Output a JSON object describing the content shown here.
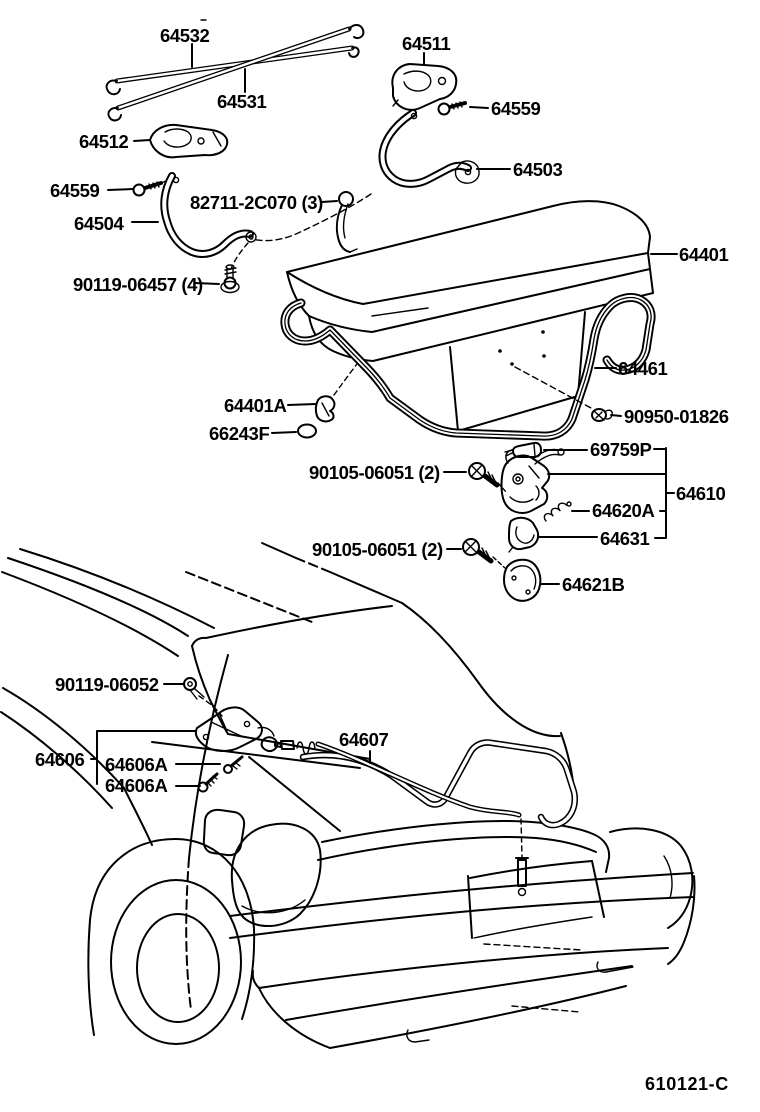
{
  "diagram": {
    "kind": "parts-line-diagram",
    "colors": {
      "background": "#ffffff",
      "line_art": "#000000"
    }
  },
  "parts": {
    "torsion_bar_upper": "64532",
    "torsion_bar_lower": "64531",
    "hinge_support_right": "64511",
    "bolt_hinge_right": "64559",
    "hinge_support_left": "64512",
    "hinge_arm_right": "64503",
    "bolt_hinge_left": "64559",
    "clip_torsion": "82711-2C070 (3)",
    "hinge_arm_left": "64504",
    "bolt_arm": "90119-06457 (4)",
    "trunk_lid": "64401",
    "weatherstrip": "64461",
    "cushion": "64401A",
    "plug_hole": "66243F",
    "grommet": "90950-01826",
    "lock_cylinder": "69759P",
    "bolt_lock": "90105-06051 (2)",
    "lock_assembly_group": "64610",
    "spring": "64620A",
    "striker": "64631",
    "bolt_striker": "90105-06051 (2)",
    "striker_cover": "64621B",
    "clip_cable": "90119-06052",
    "release_cable": "64607",
    "opener_lever_assembly": "64606",
    "opener_bolt_upper": "64606A",
    "opener_bolt_lower": "64606A"
  },
  "footer": {
    "drawing_code": "610121-C"
  }
}
